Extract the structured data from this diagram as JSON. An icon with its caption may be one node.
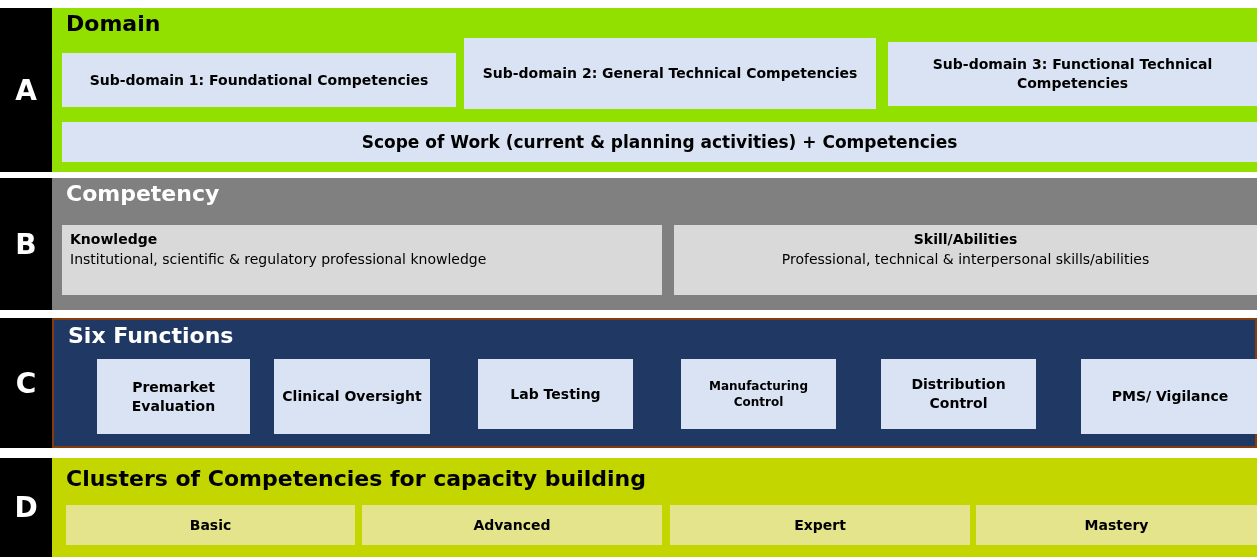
{
  "diagram": {
    "nodes": [
      {
        "text": [
          "A"
        ]
      },
      {
        "text": [
          "Domain"
        ]
      },
      {
        "text": [
          "Sub-domain 1: Foundational Competencies"
        ],
        "in": 1
      },
      {
        "text": [
          "Sub-domain 2: General Technical Competencies"
        ],
        "in": 1
      },
      {
        "text": [
          "Sub-domain 3: Functional Technical Competencies"
        ],
        "in": 1
      },
      {
        "text": [
          "Scope of Work (current & planning activities) + Competencies"
        ],
        "in": 1
      },
      {
        "text": [
          "B"
        ]
      },
      {
        "text": [
          "Competency"
        ]
      },
      {
        "text": [
          "Knowledge",
          "Institutional, scientific & regulatory professional knowledge"
        ],
        "in": 7
      },
      {
        "text": [
          "Skill/Abilities",
          "Professional, technical & interpersonal skills/abilities"
        ],
        "in": 7
      },
      {
        "text": [
          "C"
        ]
      },
      {
        "text": [
          "Six Functions"
        ]
      },
      {
        "text": [
          "Premarket Evaluation"
        ],
        "in": 11
      },
      {
        "text": [
          "Clinical Oversight"
        ],
        "in": 11
      },
      {
        "text": [
          "Lab Testing"
        ],
        "in": 11
      },
      {
        "text": [
          "Manufacturing Control"
        ],
        "in": 11
      },
      {
        "text": [
          "Distribution Control"
        ],
        "in": 11
      },
      {
        "text": [
          "PMS/ Vigilance"
        ],
        "in": 11
      },
      {
        "text": [
          "D"
        ]
      },
      {
        "text": [
          "Clusters of Competencies for capacity building"
        ]
      },
      {
        "text": [
          "Basic"
        ],
        "in": 19
      },
      {
        "text": [
          "Advanced"
        ],
        "in": 19
      },
      {
        "text": [
          "Expert"
        ],
        "in": 19
      },
      {
        "text": [
          "Mastery"
        ],
        "in": 19
      }
    ],
    "edges": []
  }
}
